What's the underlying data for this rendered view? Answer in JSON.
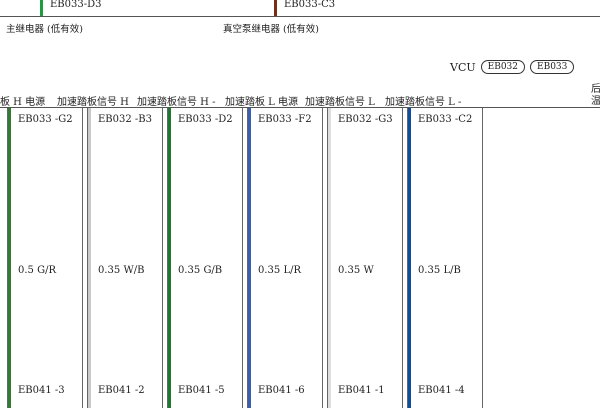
{
  "top": {
    "left_connector": "EB033-D3",
    "right_connector": "EB033-C3",
    "left_relay": "主继电器 (低有效)",
    "right_relay": "真空泵继电器 (低有效)"
  },
  "vcu": {
    "label": "VCU",
    "connectors": [
      "EB032",
      "EB033"
    ]
  },
  "signals": {
    "s1": "板 H 电源",
    "s2": "加速踏板信号 H",
    "s3": "加速踏板信号 H -",
    "s4": "加速踏板 L 电源",
    "s5": "加速踏板信号 L",
    "s6": "加速踏板信号 L -",
    "edge1": "后",
    "edge2": "温"
  },
  "columns": [
    {
      "top_pin": "EB033 -G2",
      "wire": "0.5 G/R",
      "bottom_pin": "EB041 -3",
      "wire_color": "#2e7d32"
    },
    {
      "top_pin": "EB032 -B3",
      "wire": "0.35 W/B",
      "bottom_pin": "EB041 -2",
      "wire_color": "#c9c9c9"
    },
    {
      "top_pin": "EB033 -D2",
      "wire": "0.35 G/B",
      "bottom_pin": "EB041 -5",
      "wire_color": "#1b7a2b"
    },
    {
      "top_pin": "EB033 -F2",
      "wire": "0.35 L/R",
      "bottom_pin": "EB041 -6",
      "wire_color": "#3a5fb0"
    },
    {
      "top_pin": "EB032 -G3",
      "wire": "0.35 W",
      "bottom_pin": "EB041 -1",
      "wire_color": "#dddddd"
    },
    {
      "top_pin": "EB033 -C2",
      "wire": "0.35 L/B",
      "bottom_pin": "EB041 -4",
      "wire_color": "#0d4f9e"
    }
  ],
  "colors": {
    "left_top_wire": "#1e9e3a",
    "right_top_wire": "#7a2d14"
  }
}
